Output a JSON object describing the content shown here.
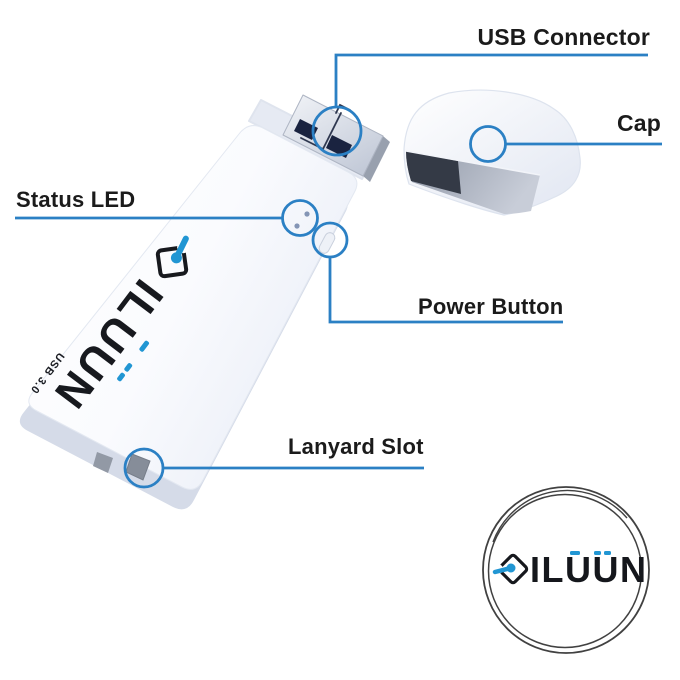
{
  "diagram": {
    "kind": "product-feature-callout",
    "product": "ILUUN USB flash drive with cap"
  },
  "callouts": {
    "usb_connector": "USB Connector",
    "cap": "Cap",
    "status_led": "Status LED",
    "power_button": "Power Button",
    "lanyard_slot": "Lanyard Slot"
  },
  "branding": {
    "device_logo_text": "ILUUN",
    "device_usb_version": "USB 3.0",
    "badge_logo_text": "ILUUN"
  },
  "icons": [
    {
      "name": "iluun-shield-icon",
      "shape": "rounded diamond outline with blue key-dot and tail"
    },
    {
      "name": "status-led-dots",
      "shape": "two small dots"
    },
    {
      "name": "callout-circle",
      "shape": "blue ring highlight"
    }
  ],
  "colors": {
    "background": "#ffffff",
    "callout_blue": "#2b80c4",
    "logo_blue": "#2196d3",
    "label_text": "#1b1b1b",
    "usb_pad_navy": "#1a2340",
    "body_shade": "#d5dbe8"
  }
}
